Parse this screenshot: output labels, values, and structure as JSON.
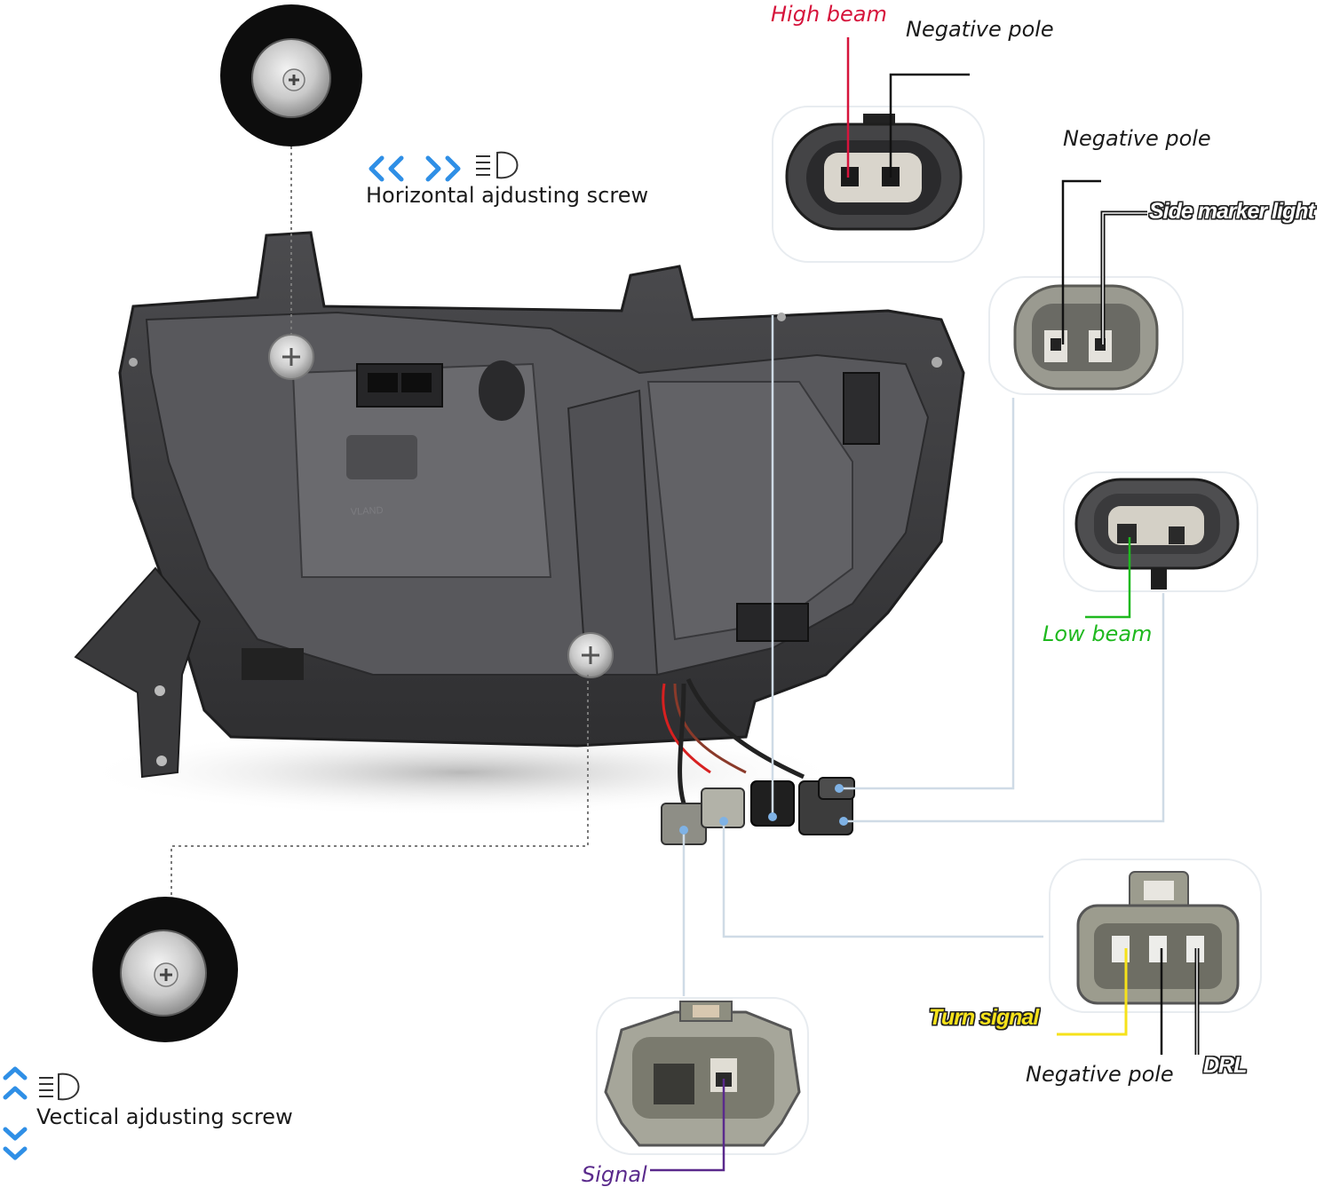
{
  "labels": {
    "high_beam": "High beam",
    "negative_pole_top": "Negative pole",
    "negative_pole_right": "Negative pole",
    "side_marker_light": "Side marker light",
    "low_beam": "Low beam",
    "turn_signal": "Turn signal",
    "negative_pole_bottom": "Negative pole",
    "drl": "DRL",
    "signal": "Signal",
    "horizontal_screw": "Horizontal ajdusting screw",
    "vertical_screw": "Vectical ajdusting screw"
  },
  "colors": {
    "high_beam": "#d6143c",
    "low_beam": "#1fb91f",
    "turn_signal": "#f6e21a",
    "signal": "#5a2a8c",
    "arrow_blue": "#2f8fe6",
    "leader_line": "#cfdbe6",
    "housing": "#3e3e40"
  },
  "icons": [
    "headlight-icon",
    "double-chevron-left-icon",
    "double-chevron-right-icon",
    "double-chevron-up-icon",
    "double-chevron-down-icon",
    "adjusting-screw-icon",
    "connector-plug-icon"
  ]
}
